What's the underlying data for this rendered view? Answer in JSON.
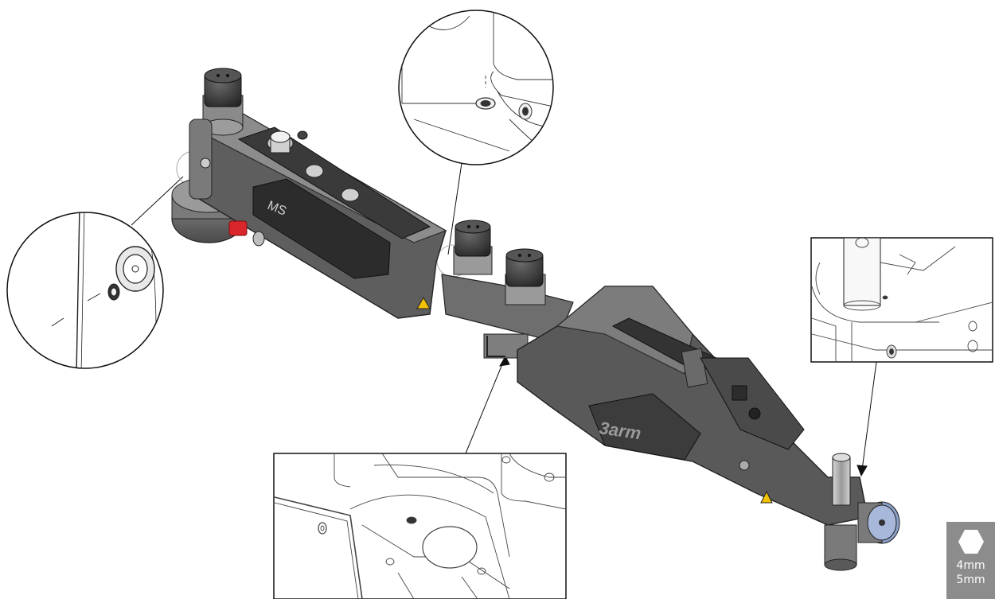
{
  "arm": {
    "brand_logo": "3arm",
    "panel_label": "MS"
  },
  "callouts": [
    {
      "id": "left-pivot-detail",
      "shape": "circle"
    },
    {
      "id": "top-joint-detail",
      "shape": "circle"
    },
    {
      "id": "bottom-joint-detail",
      "shape": "rectangle"
    },
    {
      "id": "right-end-detail",
      "shape": "rectangle"
    }
  ],
  "tool_badge": {
    "icon": "hex-key-icon",
    "sizes": [
      "4mm",
      "5mm"
    ],
    "color": "#8c8c8c"
  },
  "colors": {
    "arm_body": "#5c5c5c",
    "arm_dark": "#3a3a3a",
    "knob": "#333333",
    "lever_red": "#d9262a",
    "warning_yellow": "#f2c200",
    "end_cap_blue": "#8aa0c8"
  }
}
